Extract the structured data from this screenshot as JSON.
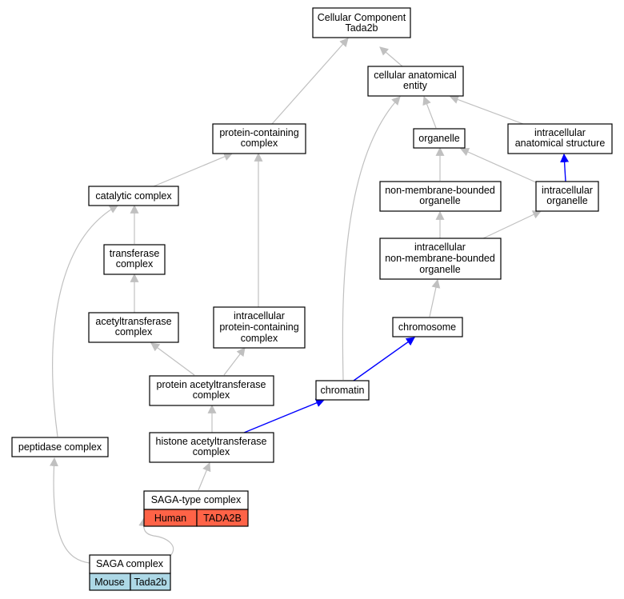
{
  "nodes": {
    "cc_root": [
      "Cellular Component",
      "Tada2b"
    ],
    "cellular_anatomical_entity": [
      "cellular anatomical",
      "entity"
    ],
    "protein_containing_complex": [
      "protein-containing",
      "complex"
    ],
    "organelle": [
      "organelle"
    ],
    "intracellular_anatomical_structure": [
      "intracellular",
      "anatomical structure"
    ],
    "catalytic_complex": [
      "catalytic complex"
    ],
    "non_membrane_bounded_organelle": [
      "non-membrane-bounded",
      "organelle"
    ],
    "intracellular_organelle": [
      "intracellular",
      "organelle"
    ],
    "transferase_complex": [
      "transferase",
      "complex"
    ],
    "intracellular_nmb_organelle": [
      "intracellular",
      "non-membrane-bounded",
      "organelle"
    ],
    "acetyltransferase_complex": [
      "acetyltransferase",
      "complex"
    ],
    "intracellular_protein_containing_complex": [
      "intracellular",
      "protein-containing",
      "complex"
    ],
    "chromosome": [
      "chromosome"
    ],
    "protein_acetyltransferase_complex": [
      "protein acetyltransferase",
      "complex"
    ],
    "chromatin": [
      "chromatin"
    ],
    "peptidase_complex": [
      "peptidase complex"
    ],
    "histone_acetyltransferase_complex": [
      "histone acetyltransferase",
      "complex"
    ],
    "saga_type_complex": [
      "SAGA-type complex"
    ],
    "saga_complex": [
      "SAGA complex"
    ]
  },
  "annotations": {
    "saga_type_complex": {
      "species": "Human",
      "gene": "TADA2B",
      "color": "#ff6347"
    },
    "saga_complex": {
      "species": "Mouse",
      "gene": "Tada2b",
      "color": "#add8e6"
    }
  },
  "colors": {
    "edge_default": "#c0c0c0",
    "edge_highlight": "#0000ff"
  }
}
